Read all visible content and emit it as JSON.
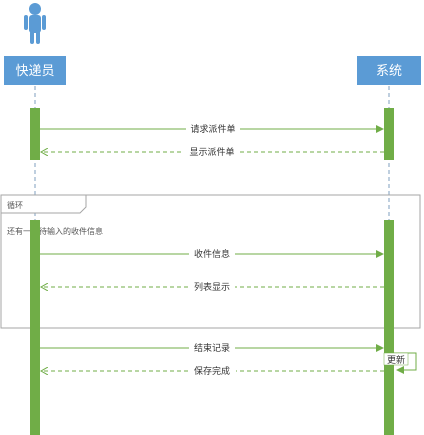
{
  "actors": {
    "courier": "快递员",
    "system": "系统"
  },
  "loop": {
    "label": "循环",
    "guard": "还有一个待输入的收件信息"
  },
  "messages": [
    {
      "id": "request",
      "text": "请求派件单"
    },
    {
      "id": "show",
      "text": "显示派件单"
    },
    {
      "id": "receipt-info",
      "text": "收件信息"
    },
    {
      "id": "list-show",
      "text": "列表显示"
    },
    {
      "id": "end-record",
      "text": "结束记录"
    },
    {
      "id": "update",
      "text": "更新"
    },
    {
      "id": "save-done",
      "text": "保存完成"
    }
  ],
  "colors": {
    "head_fill": "#5b9bd5",
    "actor_icon": "#5b9bd5",
    "activation": "#70ad47",
    "message": "#70ad47",
    "frame": "#a6a6a6",
    "lifeline": "#7f9fbf"
  }
}
